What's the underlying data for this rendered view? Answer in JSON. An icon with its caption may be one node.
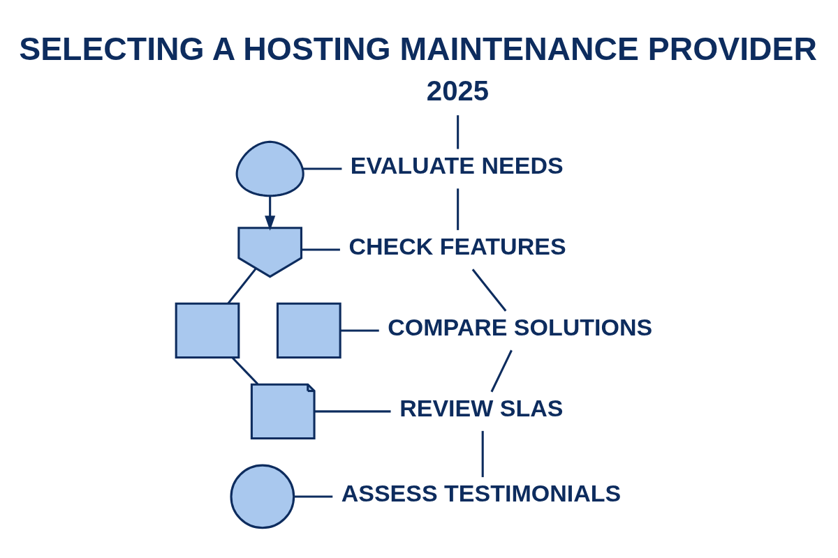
{
  "diagram": {
    "title": "SELECTING A HOSTING MAINTENANCE PROVIDER",
    "nodes": [
      {
        "text": [
          "2025"
        ]
      },
      {
        "text": [],
        "shape": "cloud"
      },
      {
        "text": [
          "EVALUATE NEEDS"
        ]
      },
      {
        "text": [],
        "shape": "shield"
      },
      {
        "text": [
          "CHECK FEATURES"
        ]
      },
      {
        "text": [],
        "shape": "monitor"
      },
      {
        "text": [],
        "shape": "monitor"
      },
      {
        "text": [
          "COMPARE SOLUTIONS"
        ]
      },
      {
        "text": [],
        "shape": "document"
      },
      {
        "text": [
          "REVIEW SLAS"
        ]
      },
      {
        "text": [],
        "shape": "person"
      },
      {
        "text": [
          "ASSESS TESTIMONIALS"
        ]
      }
    ],
    "edges": [
      {
        "from": 0,
        "to": 2,
        "arrow": "none"
      },
      {
        "from": 1,
        "to": 2,
        "arrow": "none"
      },
      {
        "from": 1,
        "to": 3,
        "arrow": "to"
      },
      {
        "from": 2,
        "to": 4,
        "arrow": "none"
      },
      {
        "from": 3,
        "to": 4,
        "arrow": "none"
      },
      {
        "from": 3,
        "to": 5,
        "arrow": "none"
      },
      {
        "from": 4,
        "to": 7,
        "arrow": "none"
      },
      {
        "from": 6,
        "to": 7,
        "arrow": "none"
      },
      {
        "from": 5,
        "to": 8,
        "arrow": "none"
      },
      {
        "from": 7,
        "to": 9,
        "arrow": "none"
      },
      {
        "from": 8,
        "to": 9,
        "arrow": "none"
      },
      {
        "from": 9,
        "to": 11,
        "arrow": "none"
      },
      {
        "from": 10,
        "to": 11,
        "arrow": "none"
      }
    ]
  }
}
